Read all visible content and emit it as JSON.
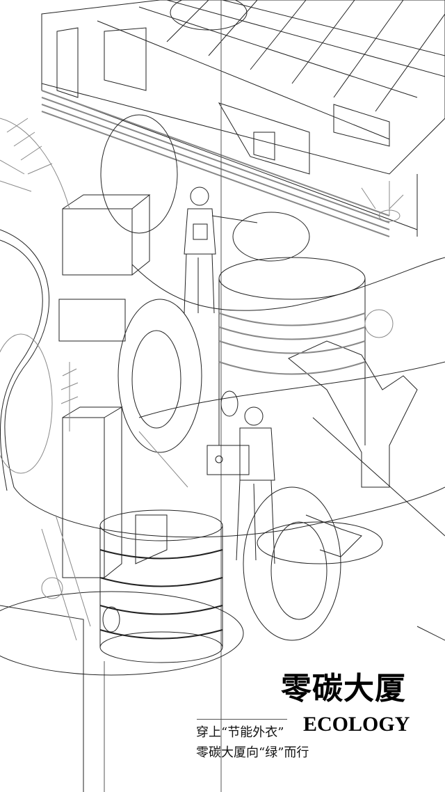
{
  "poster": {
    "title": "零碳大厦",
    "subtitle": "ECOLOGY",
    "tagline_1": "穿上“节能外衣”",
    "tagline_2": "零碳大厦向“绿”而行",
    "line_color": "#222222",
    "accent_gray": "#9aa3a8"
  }
}
